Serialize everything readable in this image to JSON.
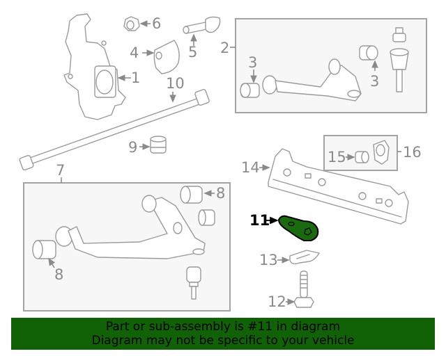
{
  "diagram": {
    "highlighted_part": "11",
    "highlight_color": "#1a6b0f",
    "callouts": [
      {
        "id": "1",
        "label": "1",
        "part": "steering knuckle"
      },
      {
        "id": "2",
        "label": "2",
        "part": "upper control arm assembly"
      },
      {
        "id": "3a",
        "label": "3",
        "part": "upper arm bushing"
      },
      {
        "id": "3b",
        "label": "3",
        "part": "upper arm bushing"
      },
      {
        "id": "4",
        "label": "4",
        "part": "bracket"
      },
      {
        "id": "5",
        "label": "5",
        "part": "bolt"
      },
      {
        "id": "6",
        "label": "6",
        "part": "nut"
      },
      {
        "id": "7",
        "label": "7",
        "part": "lower control arm assembly"
      },
      {
        "id": "8a",
        "label": "8",
        "part": "lower arm bushing"
      },
      {
        "id": "8b",
        "label": "8",
        "part": "lower arm bushing"
      },
      {
        "id": "9",
        "label": "9",
        "part": "bushing"
      },
      {
        "id": "10",
        "label": "10",
        "part": "stabilizer link"
      },
      {
        "id": "11",
        "label": "11",
        "part": "bracket (highlighted)"
      },
      {
        "id": "12",
        "label": "12",
        "part": "bolt"
      },
      {
        "id": "13",
        "label": "13",
        "part": "shield"
      },
      {
        "id": "14",
        "label": "14",
        "part": "crossmember"
      },
      {
        "id": "15",
        "label": "15",
        "part": "bushing"
      },
      {
        "id": "16",
        "label": "16",
        "part": "mount"
      }
    ]
  },
  "banner": {
    "line1": "Part or sub-assembly is #11 in diagram",
    "line2": "Diagram may not be specific to your vehicle",
    "background": "#116107"
  }
}
